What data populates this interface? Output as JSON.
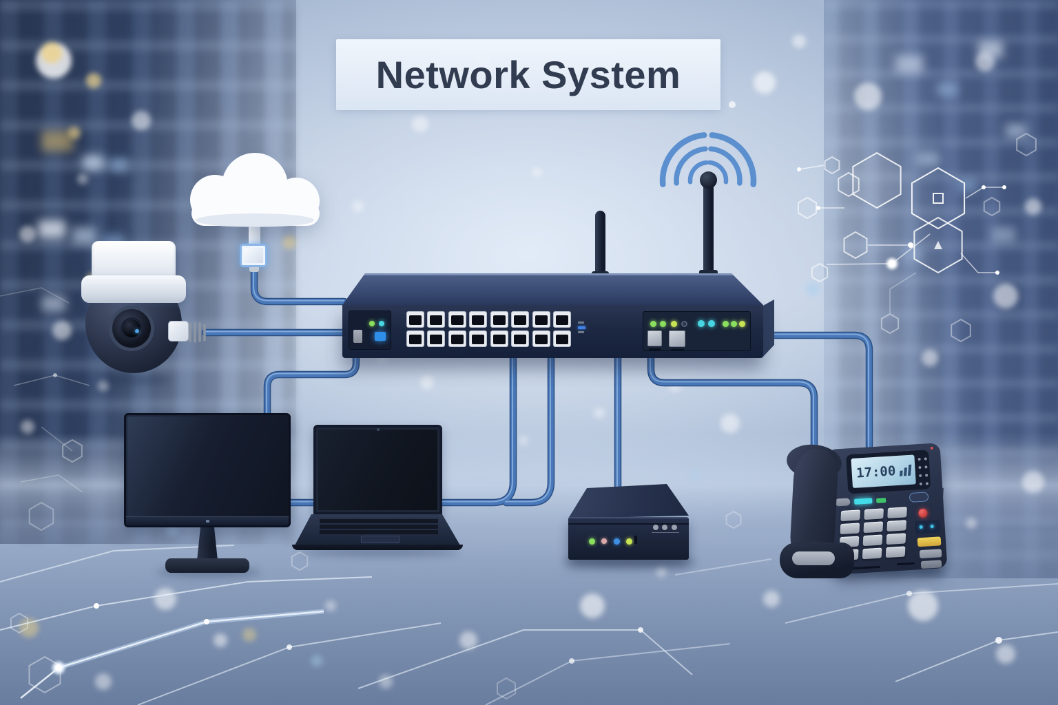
{
  "title": {
    "text": "Network System"
  },
  "phone": {
    "display": "17:00",
    "signal_icon": "signal-bars-icon"
  },
  "colors": {
    "cable": "#4a79ba",
    "cable_dark": "#2b4f83",
    "cable_highlight": "#8fb4e0",
    "chassis": "#1d2842",
    "chassis_top": "#3b4c74",
    "led_green": "#8bdf5e",
    "led_cyan": "#48d6e2",
    "led_blue": "#3b9af0",
    "wifi_arc": "#5289cc",
    "banner_bg": "#eef3fa",
    "title_text": "#323c50",
    "lcd_bg": "#c3dfee",
    "background_blue": "#a6b8d2"
  },
  "devices": [
    {
      "name": "cloud",
      "icon": "cloud-icon"
    },
    {
      "name": "ip-camera",
      "icon": "camera-icon"
    },
    {
      "name": "network-switch",
      "icon": "switch-icon"
    },
    {
      "name": "wifi-antenna",
      "icon": "wifi-icon"
    },
    {
      "name": "desktop-monitor",
      "icon": "monitor-icon"
    },
    {
      "name": "laptop",
      "icon": "laptop-icon"
    },
    {
      "name": "mini-pc",
      "icon": "mini-pc-icon"
    },
    {
      "name": "ip-phone",
      "icon": "phone-icon"
    }
  ]
}
